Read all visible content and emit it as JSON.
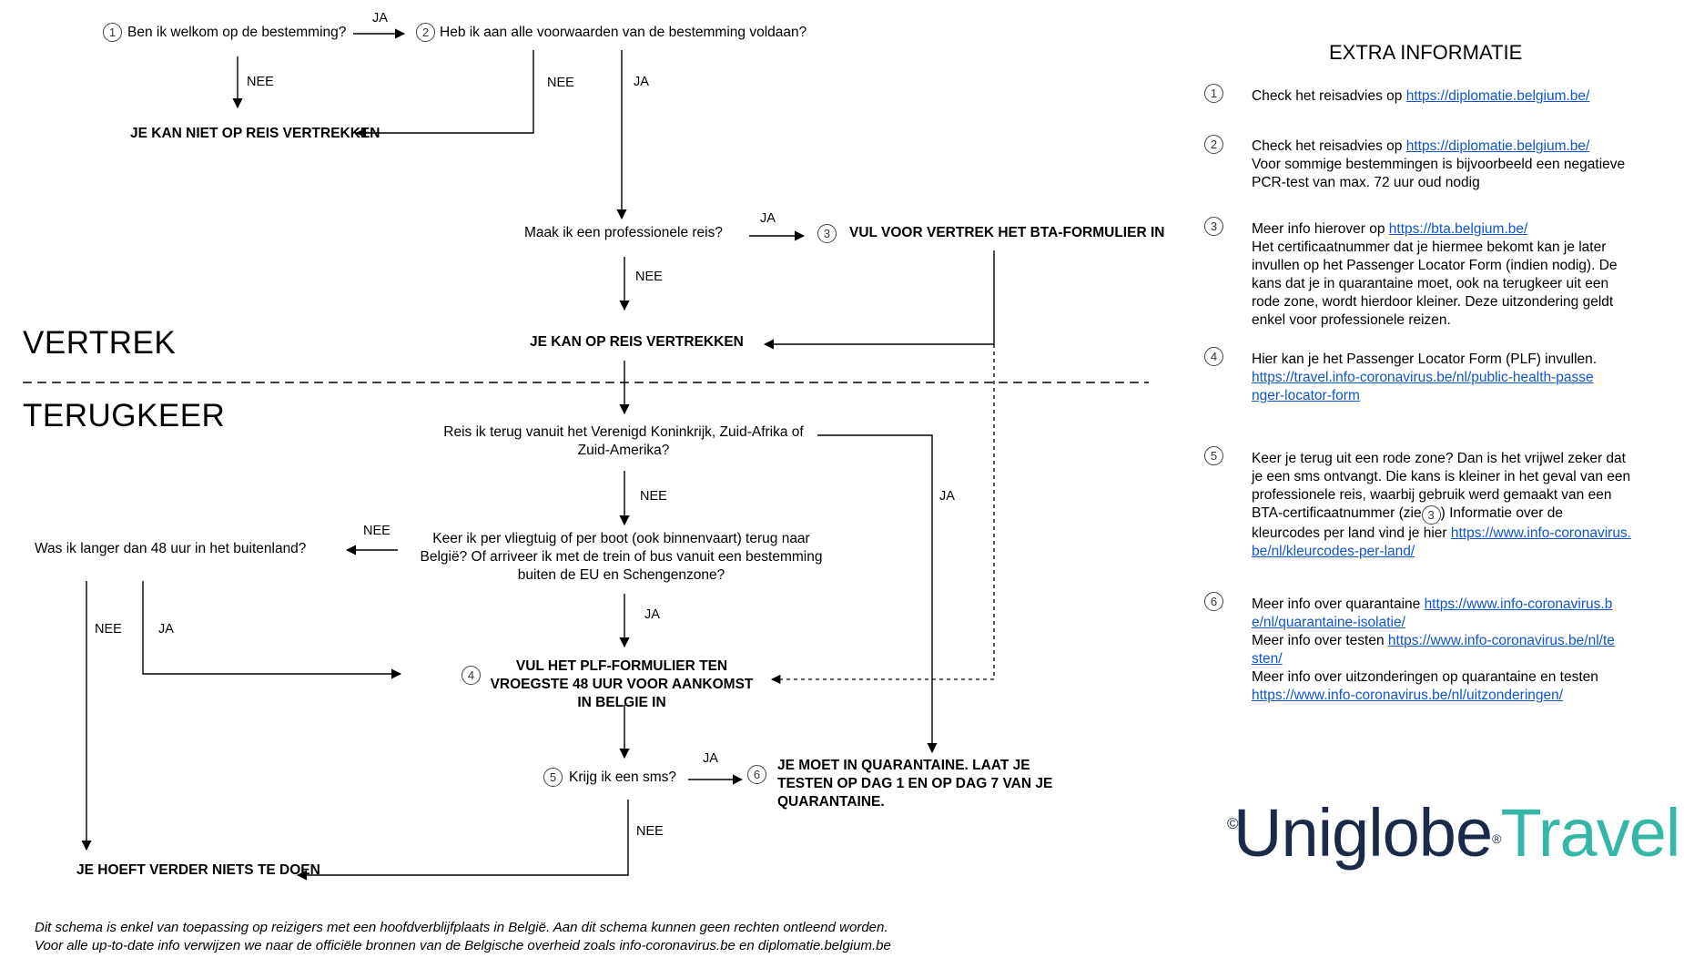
{
  "colors": {
    "link": "#1155cc",
    "logo_dark": "#1c2a4a",
    "logo_teal": "#35b7a7"
  },
  "flow": {
    "q1": "Ben ik welkom op de bestemming?",
    "q2": "Heb ik aan alle voorwaarden van de bestemming voldaan?",
    "no_travel": "JE KAN NIET OP REIS VERTREKKEN",
    "q3": "Maak ik een professionele reis?",
    "bta": "VUL VOOR VERTREK HET BTA-FORMULIER IN",
    "can_travel": "JE KAN OP REIS VERTREKKEN",
    "q4": "Reis ik terug vanuit het Verenigd Koninkrijk, Zuid-Afrika of Zuid-Amerika?",
    "q5": "Keer ik per vliegtuig of per boot (ook binnenvaart) terug naar België? Of arriveer ik met de trein of bus vanuit een bestemming buiten de EU en Schengenzone?",
    "q6": "Was ik langer dan 48 uur in het buitenland?",
    "plf": "VUL HET PLF-FORMULIER TEN VROEGSTE 48 UUR VOOR AANKOMST IN BELGIE IN",
    "q7": "Krijg ik een sms?",
    "quarantine": "JE MOET IN QUARANTAINE. LAAT JE TESTEN OP DAG 1 EN OP DAG 7 VAN JE QUARANTAINE.",
    "nothing": "JE HOEFT VERDER NIETS TE DOEN"
  },
  "labels": {
    "ja": "JA",
    "nee": "NEE"
  },
  "numbers": [
    "1",
    "2",
    "3",
    "4",
    "5",
    "6"
  ],
  "sections": {
    "vertrek": "VERTREK",
    "terugkeer": "TERUGKEER"
  },
  "info": {
    "title": "EXTRA INFORMATIE",
    "i1": {
      "text": "Check het reisadvies op ",
      "link": "https://diplomatie.belgium.be/"
    },
    "i2": {
      "text": "Check het reisadvies op ",
      "link": "https://diplomatie.belgium.be/",
      "extra": "Voor sommige bestemmingen is bijvoorbeeld een negatieve PCR-test van max. 72 uur oud nodig"
    },
    "i3": {
      "text": "Meer info hierover op ",
      "link": "https://bta.belgium.be/",
      "extra": "Het certificaatnummer dat je hiermee bekomt kan je later invullen op het Passenger Locator Form (indien nodig).  De kans dat je in quarantaine moet, ook na terugkeer uit een rode zone, wordt hierdoor kleiner. Deze uitzondering geldt enkel voor professionele reizen."
    },
    "i4": {
      "text": "Hier kan je het Passenger Locator Form (PLF) invullen.",
      "link": "https://travel.info-coronavirus.be/nl/public-health-passenger-locator-form"
    },
    "i5": {
      "text": "Keer je terug uit een rode zone? Dan is het vrijwel zeker dat je een sms ontvangt. Die kans is kleiner in het geval van een professionele reis, waarbij gebruik werd gemaakt van een BTA-certificaatnummer (zie",
      "ref": "3",
      "text2": ") Informatie over de kleurcodes per land vind je hier ",
      "link": "https://www.info-coronavirus.be/nl/kleurcodes-per-land/"
    },
    "i6": {
      "a": "Meer info over quarantaine ",
      "a_link": "https://www.info-coronavirus.be/nl/quarantaine-isolatie/",
      "b": "Meer info over testen ",
      "b_link": "https://www.info-coronavirus.be/nl/testen/",
      "c": "Meer info over uitzonderingen op quarantaine en testen",
      "c_link": "https://www.info-coronavirus.be/nl/uitzonderingen/"
    }
  },
  "disclaimer": {
    "line1": "Dit schema is enkel van toepassing op reizigers met een hoofdverblijfplaats in België. Aan dit schema kunnen geen rechten ontleend worden.",
    "line2": "Voor alle up-to-date info verwijzen we naar de officiële bronnen van de Belgische overheid zoals info-coronavirus.be en diplomatie.belgium.be"
  },
  "logo": {
    "copyright": "©",
    "brand1": "Uniglobe",
    "reg": "®",
    "brand2": "Travel"
  }
}
